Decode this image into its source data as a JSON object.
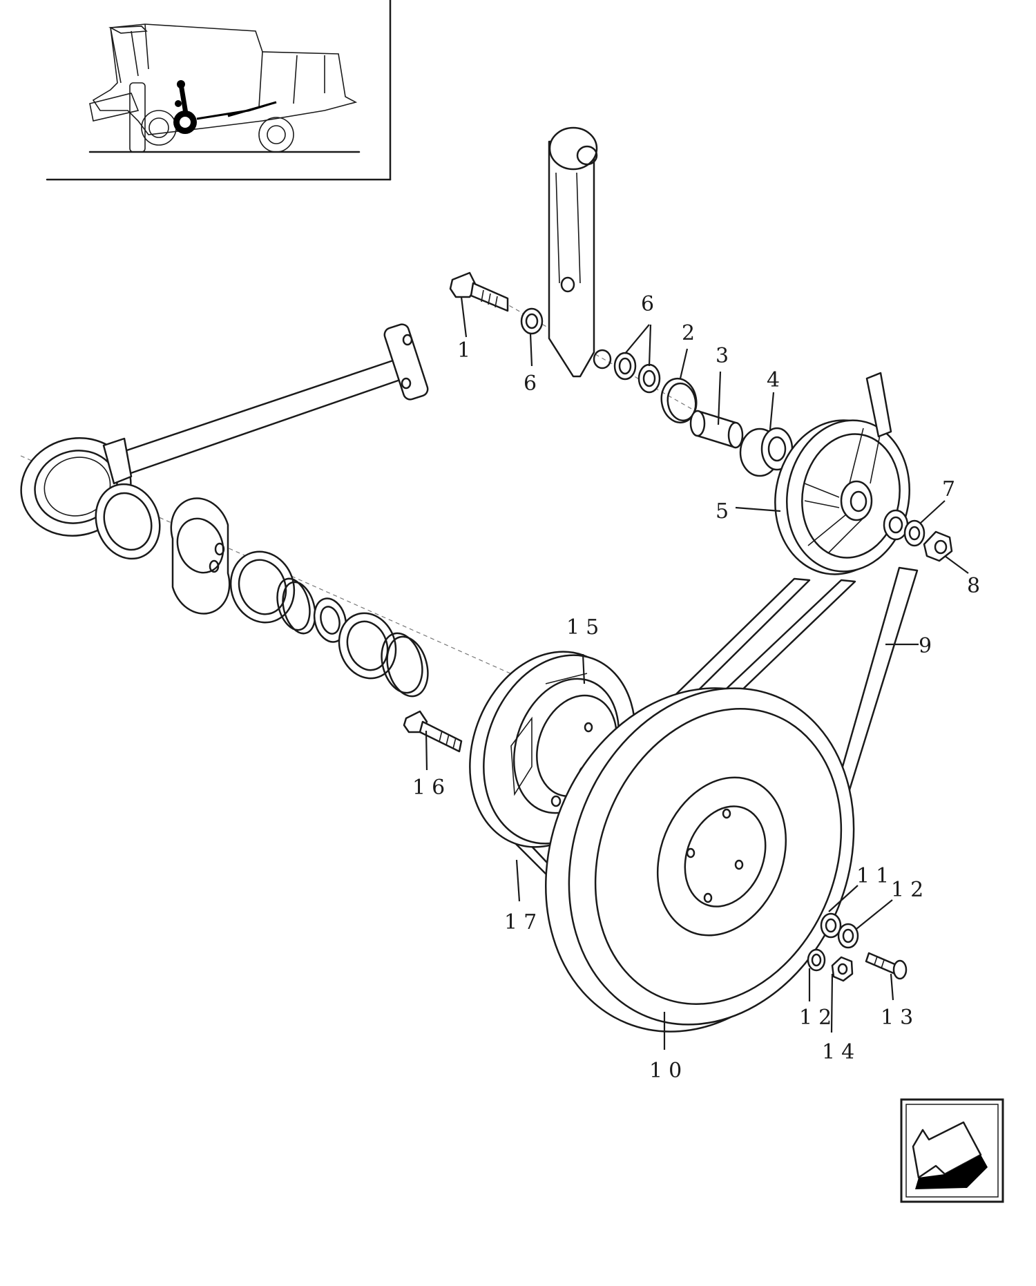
{
  "callouts": [
    {
      "id": "c1",
      "text": "1"
    },
    {
      "id": "c2",
      "text": "2"
    },
    {
      "id": "c3",
      "text": "3"
    },
    {
      "id": "c4",
      "text": "4"
    },
    {
      "id": "c5",
      "text": "5"
    },
    {
      "id": "c6a",
      "text": "6"
    },
    {
      "id": "c6b",
      "text": "6"
    },
    {
      "id": "c7",
      "text": "7"
    },
    {
      "id": "c8",
      "text": "8"
    },
    {
      "id": "c9",
      "text": "9"
    },
    {
      "id": "c10",
      "text": "10"
    },
    {
      "id": "c11",
      "text": "11"
    },
    {
      "id": "c12a",
      "text": "12"
    },
    {
      "id": "c12b",
      "text": "12"
    },
    {
      "id": "c13",
      "text": "13"
    },
    {
      "id": "c14",
      "text": "14"
    },
    {
      "id": "c15",
      "text": "15"
    },
    {
      "id": "c16",
      "text": "16"
    },
    {
      "id": "c17",
      "text": "17"
    }
  ],
  "icons": {
    "locator": "combine-harvester-locator-icon",
    "nav": "previous-page-arrow-icon"
  },
  "colors": {
    "ink": "#1a1a1a",
    "paper": "#ffffff",
    "highlight": "#000000"
  }
}
